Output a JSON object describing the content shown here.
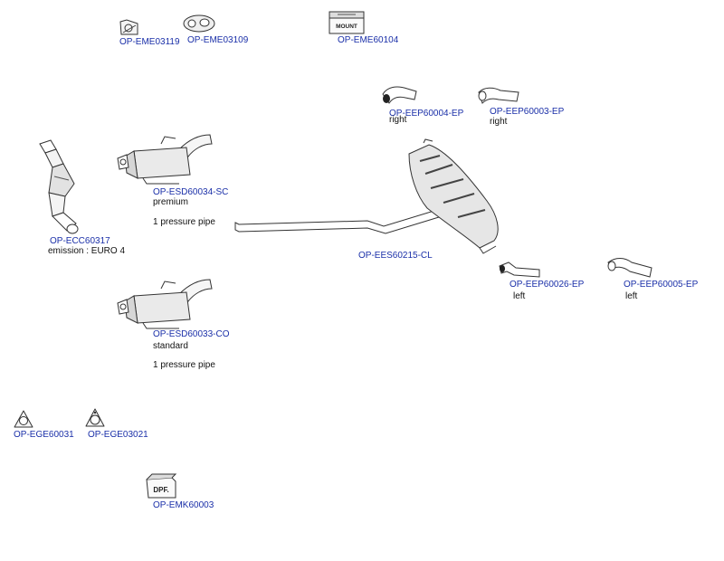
{
  "parts": {
    "eme03119": {
      "code": "OP-EME03119"
    },
    "eme03109": {
      "code": "OP-EME03109"
    },
    "eme60104": {
      "code": "OP-EME60104",
      "box_text": "MOUNT"
    },
    "eep60004": {
      "code": "OP-EEP60004-EP",
      "note": "right"
    },
    "eep60003": {
      "code": "OP-EEP60003-EP",
      "note": "right"
    },
    "esd60034": {
      "code": "OP-ESD60034-SC",
      "note1": "premium",
      "note2": "1 pressure pipe"
    },
    "ecc60317": {
      "code": "OP-ECC60317",
      "note": "emission : EURO 4"
    },
    "ees60215": {
      "code": "OP-EES60215-CL"
    },
    "eep60026": {
      "code": "OP-EEP60026-EP",
      "note": "left"
    },
    "eep60005": {
      "code": "OP-EEP60005-EP",
      "note": "left"
    },
    "esd60033": {
      "code": "OP-ESD60033-CO",
      "note1": "standard",
      "note2": "1 pressure pipe"
    },
    "ege60031": {
      "code": "OP-EGE60031"
    },
    "ege03021": {
      "code": "OP-EGE03021"
    },
    "emk60003": {
      "code": "OP-EMK60003",
      "box_text": "DPF."
    }
  },
  "colors": {
    "link": "#1a2fa8",
    "text": "#111111",
    "line": "#333333"
  }
}
